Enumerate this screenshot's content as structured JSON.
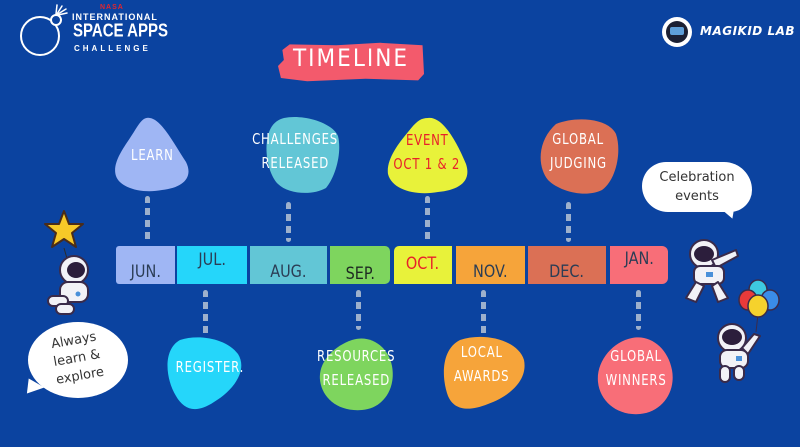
{
  "header": {
    "logo_left": {
      "agency": "NASA",
      "line1": "INTERNATIONAL",
      "line2": "SPACE APPS",
      "line3": "CHALLENGE"
    },
    "logo_right": {
      "name": "MAGIKID LAB"
    }
  },
  "title": "TIMELINE",
  "colors": {
    "background": "#0b43a0",
    "title_banner": "#f35a6c",
    "dash": "#9db0cc",
    "month_text": "#2b3d55",
    "oct_text": "#e8202a"
  },
  "months": [
    {
      "label": "JUN.",
      "color": "#9fb6f4"
    },
    {
      "label": "JUL.",
      "color": "#25d6fa"
    },
    {
      "label": "AUG.",
      "color": "#62c6d6"
    },
    {
      "label": "SEP.",
      "color": "#7ed55e"
    },
    {
      "label": "OCT.",
      "color": "#e8f23a"
    },
    {
      "label": "NOV.",
      "color": "#f6a43a"
    },
    {
      "label": "DEC.",
      "color": "#db7055"
    },
    {
      "label": "JAN.",
      "color": "#f86e78"
    }
  ],
  "milestones_top": [
    {
      "month": "JUN.",
      "line1": "LEARN",
      "line2": "",
      "color": "#9fb6f4"
    },
    {
      "month": "AUG.",
      "line1": "CHALLENGES",
      "line2": "RELEASED",
      "color": "#62c6d6"
    },
    {
      "month": "OCT.",
      "line1": "EVENT",
      "line2": "OCT 1 & 2",
      "color": "#e8f23a"
    },
    {
      "month": "DEC.",
      "line1": "GLOBAL",
      "line2": "JUDGING",
      "color": "#db7055"
    }
  ],
  "milestones_bottom": [
    {
      "month": "JUL.",
      "line1": "REGISTER.",
      "line2": "",
      "color": "#25d6fa"
    },
    {
      "month": "SEP.",
      "line1": "RESOURCES",
      "line2": "RELEASED",
      "color": "#7ed55e"
    },
    {
      "month": "NOV.",
      "line1": "LOCAL",
      "line2": "AWARDS",
      "color": "#f6a43a"
    },
    {
      "month": "JAN.",
      "line1": "GLOBAL",
      "line2": "WINNERS",
      "color": "#f86e78"
    }
  ],
  "bubbles": {
    "left": {
      "line1": "Always",
      "line2": "learn &",
      "line3": "explore"
    },
    "right": {
      "line1": "Celebration",
      "line2": "events"
    }
  },
  "icons": {
    "star": "star-icon",
    "astronaut_star": "astronaut-with-star-icon",
    "astronaut_dab": "astronaut-dabbing-icon",
    "astronaut_balloons": "astronaut-with-balloons-icon",
    "balloons": "balloons-icon"
  }
}
